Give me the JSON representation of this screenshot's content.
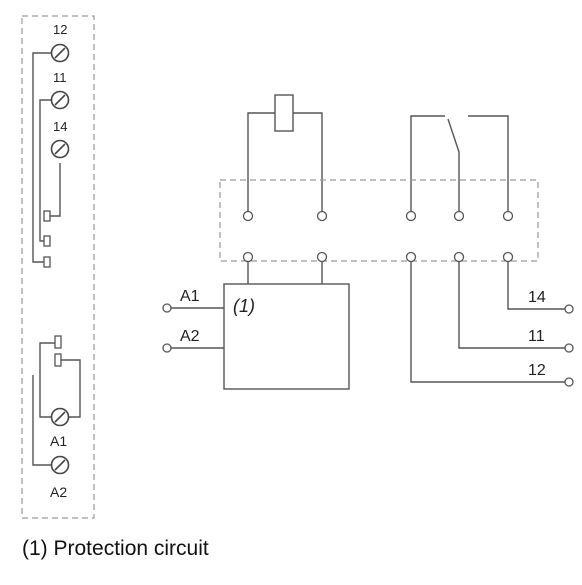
{
  "terminal_block": {
    "top_labels": [
      "12",
      "11",
      "14"
    ],
    "bottom_labels": [
      "A1",
      "A2"
    ]
  },
  "schematic": {
    "circuit_label": "(1)",
    "inputs": [
      "A1",
      "A2"
    ],
    "outputs": [
      "14",
      "11",
      "12"
    ]
  },
  "caption": "(1) Protection circuit",
  "colors": {
    "line": "#555555",
    "dashed": "#9a9a9a",
    "text": "#222222"
  }
}
